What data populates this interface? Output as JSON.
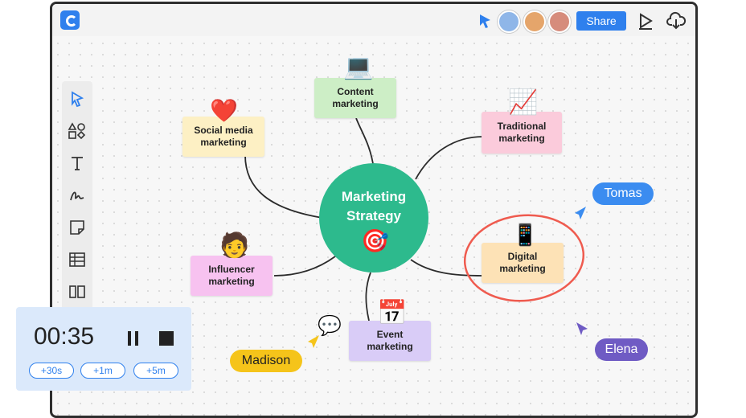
{
  "toolbar_top": {
    "share_label": "Share"
  },
  "hub": {
    "line1": "Marketing",
    "line2": "Strategy"
  },
  "nodes": {
    "content": {
      "line1": "Content",
      "line2": "marketing"
    },
    "social": {
      "line1": "Social media",
      "line2": "marketing"
    },
    "traditional": {
      "line1": "Traditional",
      "line2": "marketing"
    },
    "influencer": {
      "line1": "Influencer",
      "line2": "marketing"
    },
    "digital": {
      "line1": "Digital",
      "line2": "marketing"
    },
    "event": {
      "line1": "Event",
      "line2": "marketing"
    }
  },
  "emojis": {
    "laptop": "💻",
    "heart": "❤️",
    "chart": "📈",
    "person": "🧑",
    "phone": "📱",
    "target": "🎯",
    "calendar": "📅",
    "message": "💬"
  },
  "collaborators": {
    "tomas": {
      "name": "Tomas",
      "color": "#3b8cf0"
    },
    "elena": {
      "name": "Elena",
      "color": "#6f5bc4"
    },
    "madison": {
      "name": "Madison",
      "color": "#f5c41a"
    }
  },
  "timer": {
    "time": "00:35",
    "add_30s": "+30s",
    "add_1m": "+1m",
    "add_5m": "+5m"
  },
  "colors": {
    "accent": "#2f80ed",
    "hub": "#2dba8d",
    "highlight": "#ef5b4f"
  }
}
